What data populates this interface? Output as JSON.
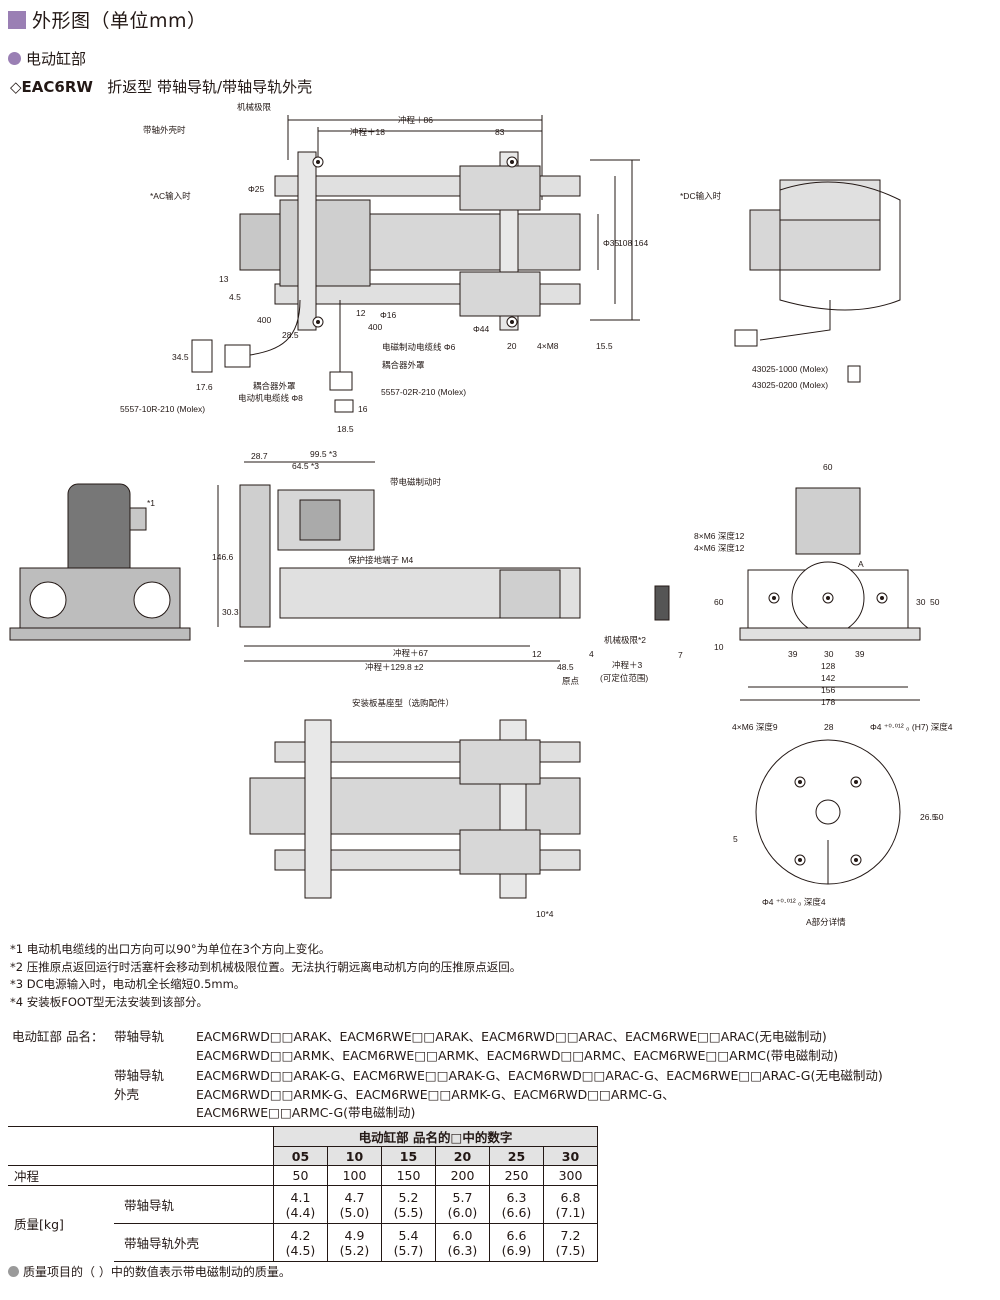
{
  "header": {
    "title": "外形图（单位mm）",
    "section": "电动缸部",
    "model_code": "EAC6RW",
    "model_desc": "折返型 带轴导轨/带轴导轨外壳"
  },
  "drawing_labels": {
    "mech_limit": "机械极限",
    "stroke_86": "冲程＋86",
    "stroke_18": "冲程＋18",
    "d83": "83",
    "shaft_housing": "带轴外壳时",
    "ac_input": "*AC输入时",
    "dc_input": "*DC输入时",
    "phi25": "Φ25",
    "phi35": "Φ35",
    "d108": "108",
    "d164": "164",
    "d13": "13",
    "d4_5": "4.5",
    "d400a": "400",
    "d400b": "400",
    "d28_5": "28.5",
    "d12": "12",
    "phi16": "Φ16",
    "phi44": "Φ44",
    "d20": "20",
    "m8": "4×M8",
    "d15_5": "15.5",
    "brake_cable": "电磁制动电缆线 Φ6",
    "coupler_cover1": "耦合器外罩",
    "d34_5": "34.5",
    "d17_6": "17.6",
    "coupler_cover2": "耦合器外罩",
    "motor_cable": "电动机电缆线 Φ8",
    "molex1": "5557-10R-210 (Molex)",
    "molex2": "5557-02R-210 (Molex)",
    "d16": "16",
    "d18_5": "18.5",
    "molex3": "43025-1000 (Molex)",
    "molex4": "43025-0200 (Molex)",
    "d28_7": "28.7",
    "d99_5": "99.5 *3",
    "d64_5": "64.5 *3",
    "with_brake": "带电磁制动时",
    "star1": "*1",
    "d146_6": "146.6",
    "ground": "保护接地端子 M4",
    "d30_3": "30.3",
    "stroke_67": "冲程＋67",
    "d12b": "12",
    "stroke_129": "冲程＋129.8 ±2",
    "d48_5": "48.5",
    "d4": "4",
    "mech_limit2": "机械极限*2",
    "stroke_3": "冲程＋3",
    "positionable": "(可定位范围)",
    "d7": "7",
    "origin": "原点",
    "d60": "60",
    "m6_12a": "8×M6 深度12",
    "m6_12b": "4×M6 深度12",
    "label_a": "A",
    "d60b": "60",
    "d10": "10",
    "d39a": "39",
    "d30a": "30",
    "d30b": "30",
    "d39b": "39",
    "d30c": "30",
    "d50": "50",
    "d128": "128",
    "d142": "142",
    "d156": "156",
    "d178": "178",
    "mount_plate": "安装板基座型（选购配件）",
    "star4": "10*4",
    "m6_9": "4×M6 深度9",
    "d28": "28",
    "phi4_h7": "Φ4 ⁺⁰·⁰¹² ₀ (H7) 深度4",
    "d26_5": "26.5",
    "d50b": "50",
    "d5": "5",
    "phi4_b": "Φ4 ⁺⁰·⁰¹² ₀ 深度4",
    "detail_a": "A部分详情"
  },
  "notes": [
    "*1 电动机电缆线的出口方向可以90°为单位在3个方向上变化。",
    "*2 压推原点返回运行时活塞杆会移动到机械极限位置。无法执行朝远离电动机方向的压推原点返回。",
    "*3 DC电源输入时，电动机全长缩短0.5mm。",
    "*4 安装板FOOT型无法安装到该部分。"
  ],
  "product_names": {
    "label": "电动缸部 品名：",
    "group1_label": "带轴导轨",
    "group1_lines": [
      "EACM6RWD□□ARAK、EACM6RWE□□ARAK、EACM6RWD□□ARAC、EACM6RWE□□ARAC(无电磁制动)",
      "EACM6RWD□□ARMK、EACM6RWE□□ARMK、EACM6RWD□□ARMC、EACM6RWE□□ARMC(带电磁制动)"
    ],
    "group2_label_1": "带轴导轨",
    "group2_label_2": "外壳",
    "group2_lines": [
      "EACM6RWD□□ARAK-G、EACM6RWE□□ARAK-G、EACM6RWD□□ARAC-G、EACM6RWE□□ARAC-G(无电磁制动)",
      "EACM6RWD□□ARMK-G、EACM6RWE□□ARMK-G、EACM6RWD□□ARMC-G、",
      "EACM6RWE□□ARMC-G(带电磁制动)"
    ]
  },
  "mass_table": {
    "header": "电动缸部 品名的□中的数字",
    "codes": [
      "05",
      "10",
      "15",
      "20",
      "25",
      "30"
    ],
    "stroke_label": "冲程",
    "strokes": [
      "50",
      "100",
      "150",
      "200",
      "250",
      "300"
    ],
    "mass_label": "质量[kg]",
    "rows": [
      {
        "label": "带轴导轨",
        "values": [
          "4.1",
          "4.7",
          "5.2",
          "5.7",
          "6.3",
          "6.8"
        ],
        "brake": [
          "(4.4)",
          "(5.0)",
          "(5.5)",
          "(6.0)",
          "(6.6)",
          "(7.1)"
        ]
      },
      {
        "label": "带轴导轨外壳",
        "values": [
          "4.2",
          "4.9",
          "5.4",
          "6.0",
          "6.6",
          "7.2"
        ],
        "brake": [
          "(4.5)",
          "(5.2)",
          "(5.7)",
          "(6.3)",
          "(6.9)",
          "(7.5)"
        ]
      }
    ]
  },
  "footnote": "质量项目的（ ）中的数值表示带电磁制动的质量。",
  "colors": {
    "accent": "#9a7fb4",
    "table_header": "#e3e3e3",
    "part_fill": "#d7d7d7",
    "part_dark": "#4a4a4a"
  }
}
